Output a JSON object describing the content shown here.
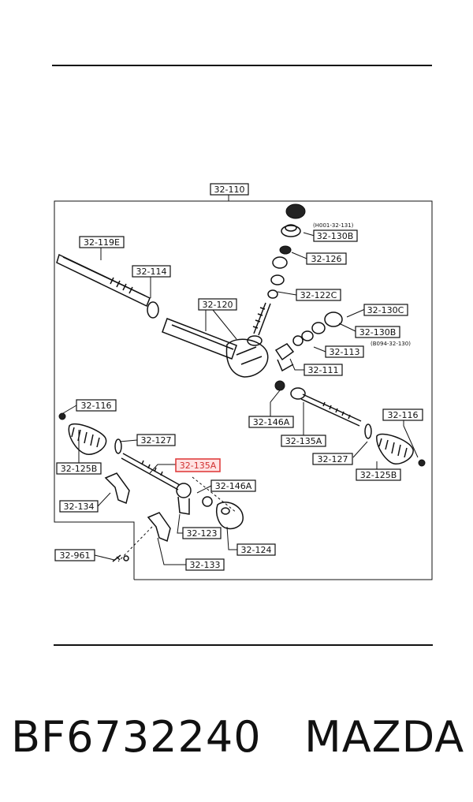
{
  "labels": [
    {
      "id": "32-110",
      "text": "32-110"
    },
    {
      "id": "32-119E",
      "text": "32-119E"
    },
    {
      "id": "32-114",
      "text": "32-114"
    },
    {
      "id": "32-120",
      "text": "32-120"
    },
    {
      "id": "32-130B-top",
      "text": "32-130B"
    },
    {
      "id": "32-126",
      "text": "32-126"
    },
    {
      "id": "32-122C",
      "text": "32-122C"
    },
    {
      "id": "32-130C",
      "text": "32-130C"
    },
    {
      "id": "32-130B-mid",
      "text": "32-130B"
    },
    {
      "id": "32-113",
      "text": "32-113"
    },
    {
      "id": "32-111",
      "text": "32-111"
    },
    {
      "id": "32-116-left",
      "text": "32-116"
    },
    {
      "id": "32-127-left",
      "text": "32-127"
    },
    {
      "id": "32-125B-left",
      "text": "32-125B"
    },
    {
      "id": "32-135A-highlight",
      "text": "32-135A"
    },
    {
      "id": "32-146A-left",
      "text": "32-146A"
    },
    {
      "id": "32-134",
      "text": "32-134"
    },
    {
      "id": "32-123",
      "text": "32-123"
    },
    {
      "id": "32-124",
      "text": "32-124"
    },
    {
      "id": "32-961",
      "text": "32-961"
    },
    {
      "id": "32-133",
      "text": "32-133"
    },
    {
      "id": "32-146A-right",
      "text": "32-146A"
    },
    {
      "id": "32-135A-right",
      "text": "32-135A"
    },
    {
      "id": "32-116-right",
      "text": "32-116"
    },
    {
      "id": "32-127-right",
      "text": "32-127"
    },
    {
      "id": "32-125B-right",
      "text": "32-125B"
    }
  ],
  "notes": [
    {
      "id": "note-h001",
      "text": "(H001-32-131)"
    },
    {
      "id": "note-b094",
      "text": "(B094-32-130)"
    }
  ],
  "highlight_color": "#e04040",
  "footer": {
    "part_number": "BF6732240",
    "brand": "MAZDA"
  }
}
